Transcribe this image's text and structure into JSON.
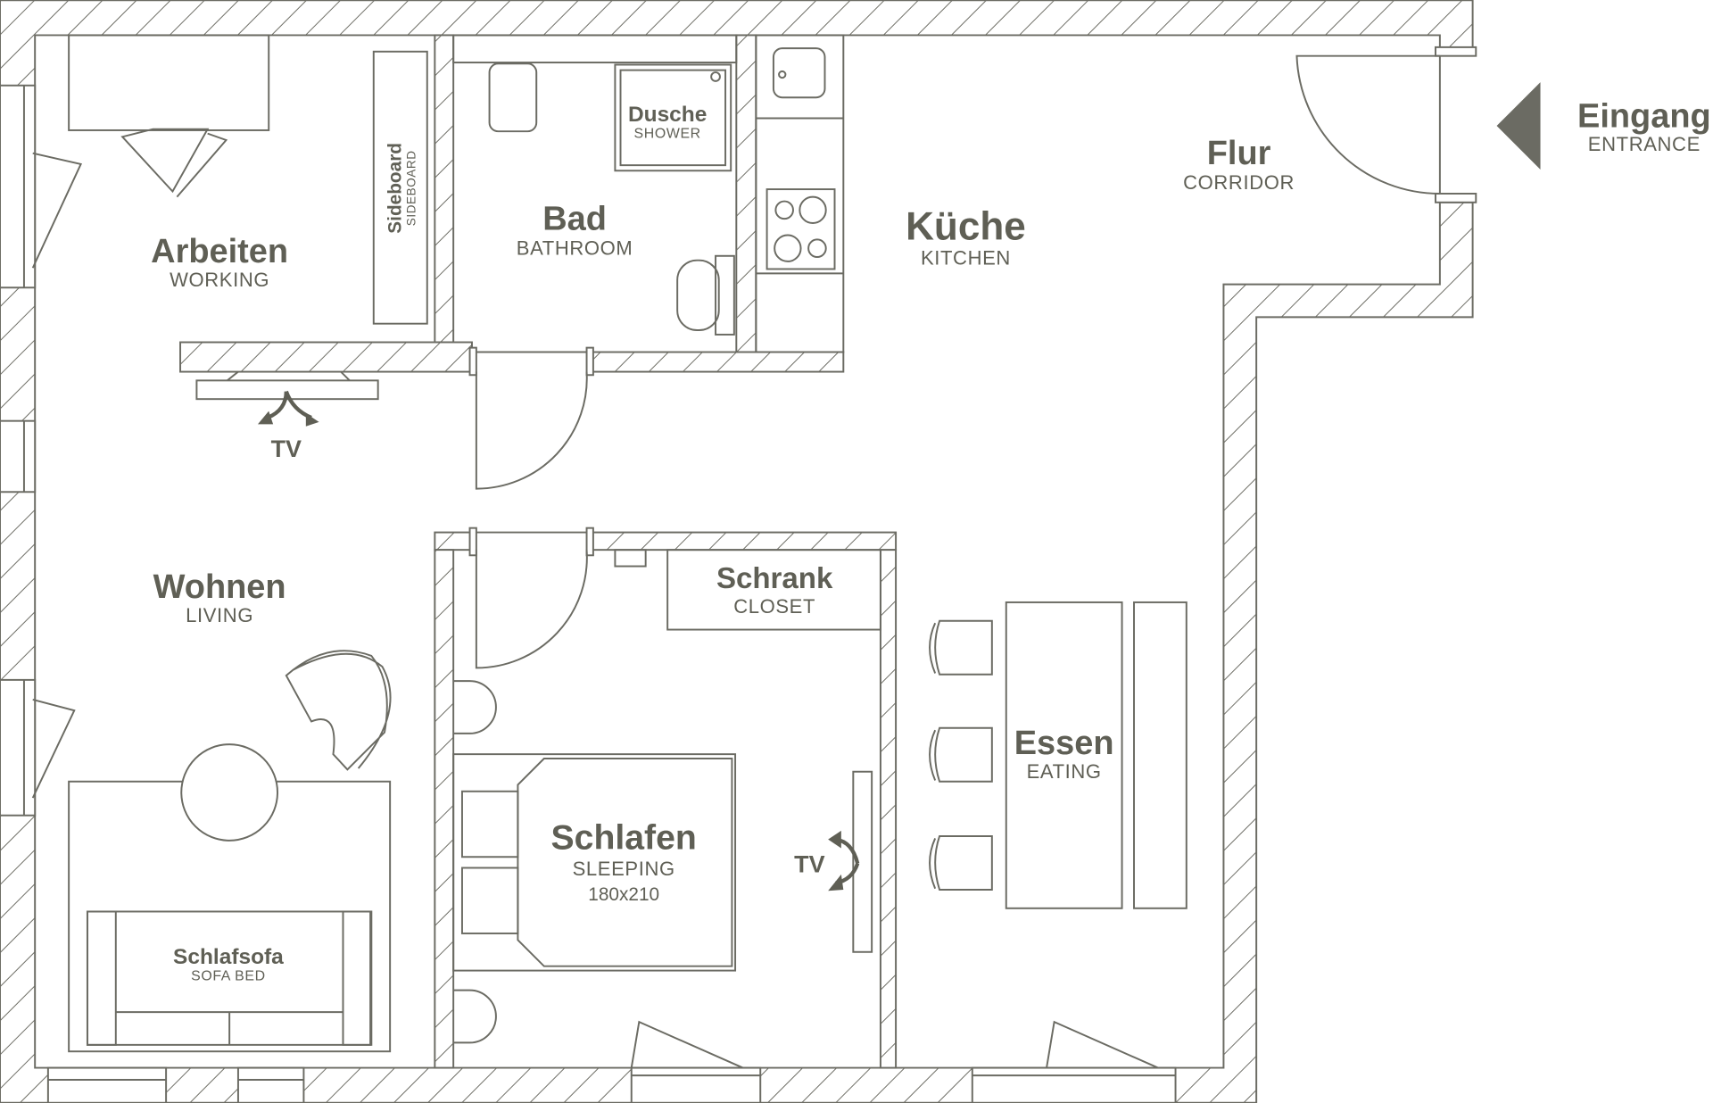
{
  "rooms": {
    "arbeiten": {
      "name": "Arbeiten",
      "sub": "WORKING"
    },
    "sideboard": {
      "name": "Sideboard",
      "sub": "SIDEBOARD"
    },
    "bad": {
      "name": "Bad",
      "sub": "BATHROOM"
    },
    "dusche": {
      "name": "Dusche",
      "sub": "SHOWER"
    },
    "kueche": {
      "name": "Küche",
      "sub": "KITCHEN"
    },
    "flur": {
      "name": "Flur",
      "sub": "CORRIDOR"
    },
    "eingang": {
      "name": "Eingang",
      "sub": "ENTRANCE"
    },
    "wohnen": {
      "name": "Wohnen",
      "sub": "LIVING"
    },
    "schrank": {
      "name": "Schrank",
      "sub": "CLOSET"
    },
    "schlafen": {
      "name": "Schlafen",
      "sub": "SLEEPING",
      "size": "180x210"
    },
    "essen": {
      "name": "Essen",
      "sub": "EATING"
    },
    "schlafsofa": {
      "name": "Schlafsofa",
      "sub": "SOFA BED"
    }
  },
  "tv_label": "TV",
  "colors": {
    "line": "#6b6b63",
    "text": "#5f5f55",
    "arrow": "#5f5f55"
  }
}
